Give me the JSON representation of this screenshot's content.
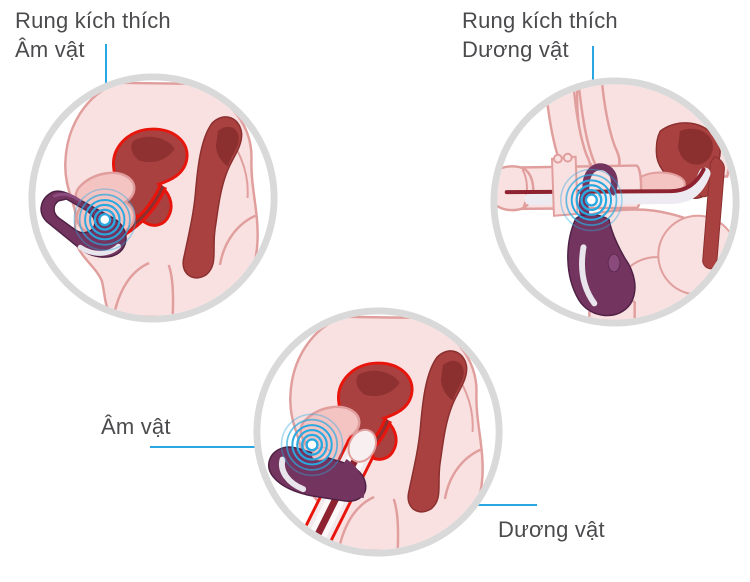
{
  "labels": {
    "top_left": {
      "line1": "Rung kích thích",
      "line2": "Âm vật"
    },
    "top_right": {
      "line1": "Rung kích thích",
      "line2": "Dương vật"
    },
    "middle_left": {
      "text": "Âm vật"
    },
    "bottom_right": {
      "text": "Dương vật"
    }
  },
  "colors": {
    "callout_line": "#29A7E0",
    "vibration_waves": "#2AA9E0",
    "label_text": "#4B4B4E",
    "circle_border": "#D9D9D9",
    "body_skin": "#F9E1E1",
    "body_outline": "#E09E9D",
    "inner_tissue": "#F4C4C3",
    "organ_dark_red": "#A84140",
    "organ_shadow": "#8C2F2F",
    "organ_highlight_red": "#E8150D",
    "urethra_core": "#8E2230",
    "device_purple": "#73355F",
    "device_outline": "#4F2145",
    "device_chrome": "#E8E5EC"
  }
}
